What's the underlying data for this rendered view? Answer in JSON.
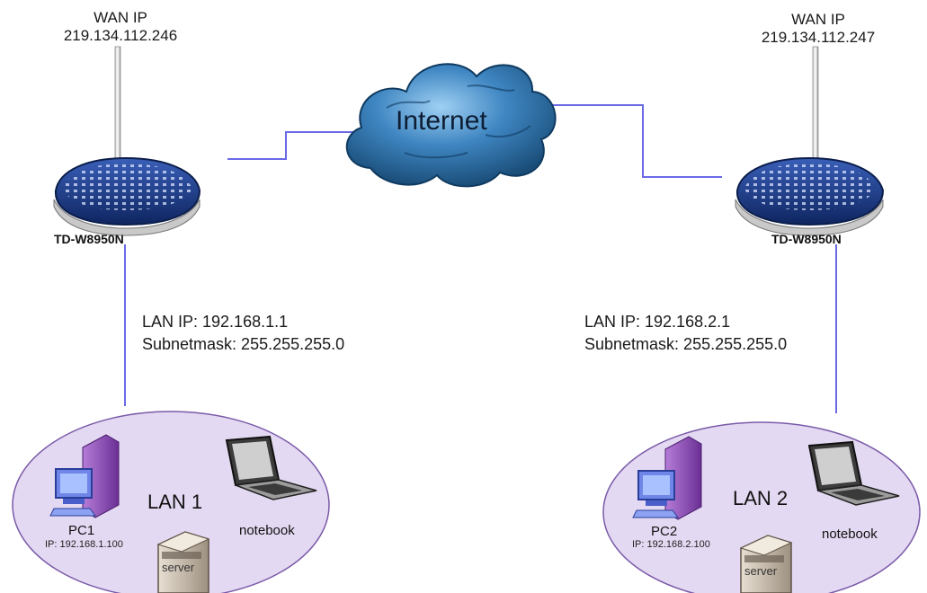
{
  "network": {
    "internet_label": "Internet",
    "site1": {
      "wan_title": "WAN IP",
      "wan_ip": "219.134.112.246",
      "router_model": "TD-W8950N",
      "lan_ip": "LAN IP: 192.168.1.1",
      "subnetmask": "Subnetmask: 255.255.255.0",
      "lan_name": "LAN 1",
      "pc_name": "PC1",
      "pc_ip": "IP: 192.168.1.100",
      "notebook_label": "notebook",
      "server_label": "server"
    },
    "site2": {
      "wan_title": "WAN IP",
      "wan_ip": "219.134.112.247",
      "router_model": "TD-W8950N",
      "lan_ip": "LAN IP: 192.168.2.1",
      "subnetmask": "Subnetmask: 255.255.255.0",
      "lan_name": "LAN 2",
      "pc_name": "PC2",
      "pc_ip": "IP: 192.168.2.100",
      "notebook_label": "notebook",
      "server_label": "server"
    }
  },
  "colors": {
    "link_line": "#6a6ae6",
    "lan_ellipse_fill": "#e4d9f2",
    "cloud_fill": "#2c6fa8",
    "router_body": "#1e3f8a"
  },
  "icons": [
    "router-icon",
    "cloud-icon",
    "pc-icon",
    "notebook-icon",
    "server-icon"
  ]
}
